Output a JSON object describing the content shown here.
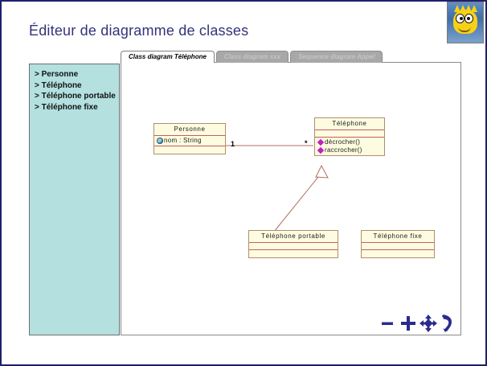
{
  "slide": {
    "title": "Éditeur de diagramme de classes",
    "title_color": "#33337a",
    "border_color": "#1f1f6e",
    "logo_name": "bart-simpson-logo"
  },
  "tabs": [
    {
      "label": "Class diagram Téléphone",
      "state": "active"
    },
    {
      "label": "Class diagram xxx",
      "state": "inactive"
    },
    {
      "label": "Sequence diagram Appel",
      "state": "inactive"
    }
  ],
  "sidebar": {
    "background": "#b4e0e0",
    "items": [
      {
        "label": "> Personne"
      },
      {
        "label": "> Téléphone"
      },
      {
        "label": "> Téléphone portable"
      },
      {
        "label": "> Téléphone fixe"
      }
    ]
  },
  "canvas": {
    "background": "#ffffff",
    "classes": [
      {
        "id": "personne",
        "name": "Personne",
        "attributes": [
          {
            "icon": "attribute-icon",
            "text": "nom : String"
          }
        ],
        "operations": []
      },
      {
        "id": "telephone",
        "name": "Téléphone",
        "attributes": [],
        "operations": [
          {
            "icon": "operation-icon",
            "text": "décrocher()"
          },
          {
            "icon": "operation-icon",
            "text": "raccrocher()"
          }
        ]
      },
      {
        "id": "telephone-portable",
        "name": "Téléphone portable",
        "attributes": [],
        "operations": []
      },
      {
        "id": "telephone-fixe",
        "name": "Téléphone fixe",
        "attributes": [],
        "operations": []
      }
    ],
    "associations": [
      {
        "from": "personne",
        "to": "telephone",
        "type": "association",
        "source_multiplicity": "1",
        "target_multiplicity": "*"
      },
      {
        "from": "telephone-portable",
        "to": "telephone",
        "type": "generalization"
      }
    ],
    "line_color": "#b07060"
  },
  "toolbar": {
    "color": "#2b2b8c",
    "buttons": [
      {
        "name": "zoom-out-button",
        "icon": "minus-icon"
      },
      {
        "name": "zoom-in-button",
        "icon": "plus-icon"
      },
      {
        "name": "pan-button",
        "icon": "move-arrows-icon"
      },
      {
        "name": "rotate-button",
        "icon": "rotate-arrow-icon"
      }
    ]
  }
}
